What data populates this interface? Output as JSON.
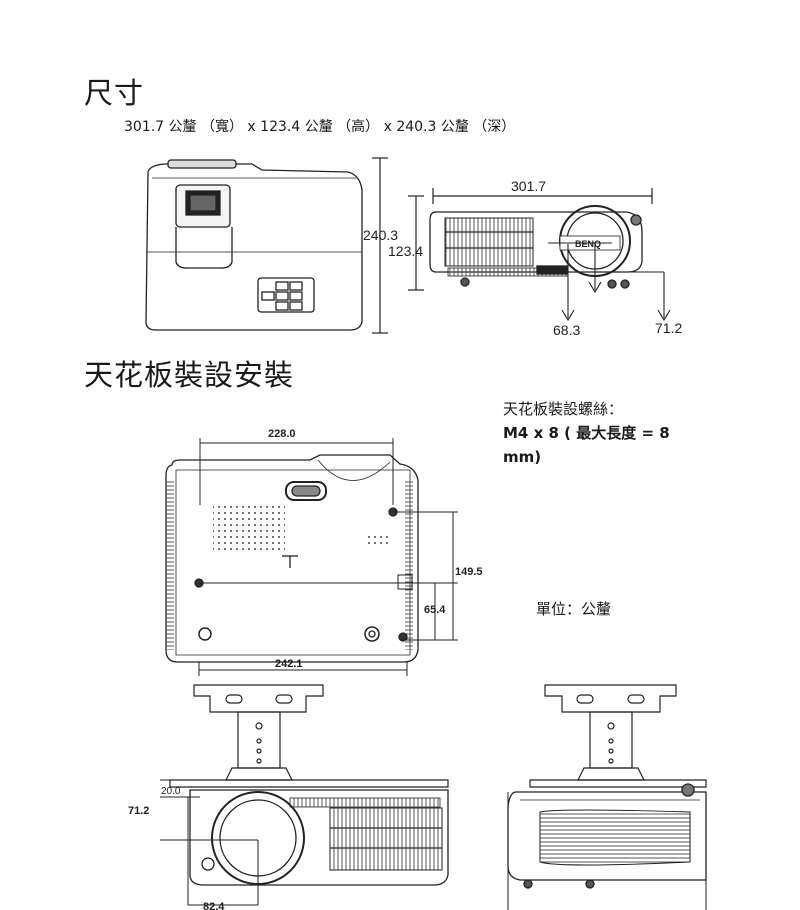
{
  "sections": {
    "dimensions_title": "尺寸",
    "dimensions_spec": "301.7 公釐 （寬） x 123.4 公釐 （高） x 240.3 公釐 （深）",
    "mount_title": "天花板裝設安裝"
  },
  "top_view": {
    "depth": "240.3",
    "height": "123.4"
  },
  "front_view": {
    "width": "301.7",
    "lens_offset": "68.3",
    "right_offset": "71.2",
    "brand": "BENQ"
  },
  "mount_note": {
    "line1": "天花板裝設螺絲：",
    "line2": "M4 x 8 ( 最大長度 = 8",
    "line3": "mm)"
  },
  "bottom_view": {
    "top_width": "228.0",
    "bottom_width": "242.1",
    "depth_a": "149.5",
    "depth_b": "65.4"
  },
  "unit_label": "單位：公釐",
  "bracket_view": {
    "height_a": "20.0",
    "height_b": "71.2",
    "width_bottom": "82.4"
  }
}
